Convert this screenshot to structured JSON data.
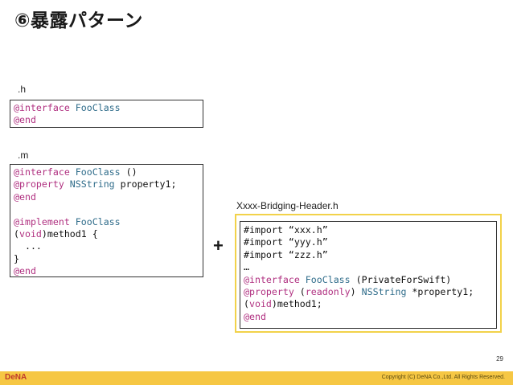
{
  "title": "⑥暴露パターン",
  "labels": {
    "h": ".h",
    "m": ".m",
    "bridging": "Xxxx-Bridging-Header.h"
  },
  "h_code": [
    [
      {
        "t": "@interface",
        "c": "kw"
      },
      {
        "t": " FooClass",
        "c": "cls"
      }
    ],
    [
      {
        "t": "@end",
        "c": "kw"
      }
    ]
  ],
  "m_code": [
    [
      {
        "t": "@interface",
        "c": "kw"
      },
      {
        "t": " FooClass",
        "c": "cls"
      },
      {
        "t": " ()",
        "c": "plain"
      }
    ],
    [
      {
        "t": "@property",
        "c": "kw"
      },
      {
        "t": " NSString",
        "c": "cls"
      },
      {
        "t": " property1;",
        "c": "plain"
      }
    ],
    [
      {
        "t": "@end",
        "c": "kw"
      }
    ],
    [],
    [
      {
        "t": "@implement",
        "c": "kw"
      },
      {
        "t": " FooClass",
        "c": "cls"
      }
    ],
    [
      {
        "t": "(",
        "c": "plain"
      },
      {
        "t": "void",
        "c": "kw"
      },
      {
        "t": ")method1 {",
        "c": "plain"
      }
    ],
    [
      {
        "t": "  ...",
        "c": "plain"
      }
    ],
    [
      {
        "t": "}",
        "c": "plain"
      }
    ],
    [
      {
        "t": "@end",
        "c": "kw"
      }
    ]
  ],
  "bridge_code": [
    [
      {
        "t": "#import “xxx.h”",
        "c": "plain"
      }
    ],
    [
      {
        "t": "#import “yyy.h”",
        "c": "plain"
      }
    ],
    [
      {
        "t": "#import “zzz.h”",
        "c": "plain"
      }
    ],
    [
      {
        "t": "…",
        "c": "plain"
      }
    ],
    [
      {
        "t": "@interface",
        "c": "kw"
      },
      {
        "t": " FooClass",
        "c": "cls"
      },
      {
        "t": " (PrivateForSwift)",
        "c": "plain"
      }
    ],
    [
      {
        "t": "@property",
        "c": "kw"
      },
      {
        "t": " (",
        "c": "plain"
      },
      {
        "t": "readonly",
        "c": "kw"
      },
      {
        "t": ") ",
        "c": "plain"
      },
      {
        "t": "NSString",
        "c": "cls"
      },
      {
        "t": " *property1;",
        "c": "plain"
      }
    ],
    [
      {
        "t": "(",
        "c": "plain"
      },
      {
        "t": "void",
        "c": "kw"
      },
      {
        "t": ")method1;",
        "c": "plain"
      }
    ],
    [
      {
        "t": "@end",
        "c": "kw"
      }
    ]
  ],
  "plus": "+",
  "page_number": "29",
  "footer": {
    "logo": "DeNA",
    "copyright": "Copyright (C) DeNA Co.,Ltd. All Rights Reserved."
  },
  "colors": {
    "keyword": "#b03080",
    "class_name": "#2f6c8a",
    "footer_bar": "#f6c744",
    "bridge_border": "#f2d24a"
  }
}
